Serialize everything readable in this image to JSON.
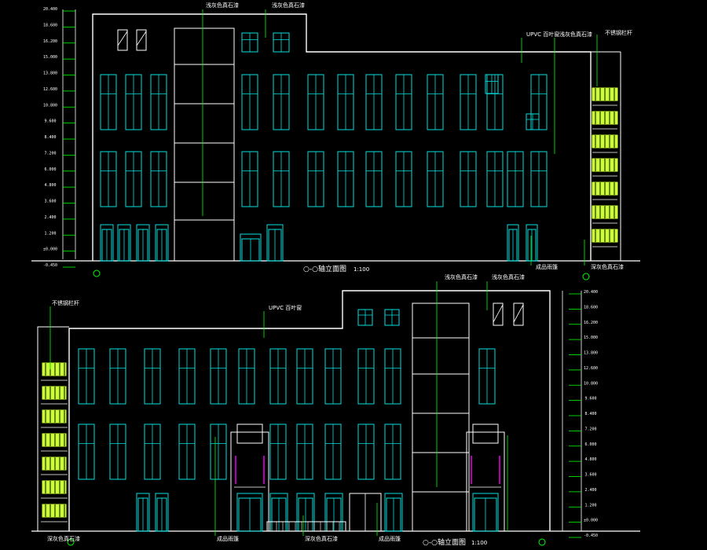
{
  "colors": {
    "background": "#000000",
    "outline": "#ffffff",
    "window": "#00e0e0",
    "leader": "#00ff00",
    "balcony": "#ccff33",
    "accent": "#ff00ff"
  },
  "elevation_top": {
    "title": "○-○轴立面图",
    "scale": "1:100",
    "annotations": {
      "top_a": "浅灰色真石漆",
      "top_b": "浅灰色真石漆",
      "upvc": "UPVC 百叶窗",
      "right_a": "浅灰色真石漆",
      "right_b": "不锈钢栏杆",
      "bottom_a": "成品雨篷",
      "bottom_b": "深灰色真石漆"
    },
    "levels": [
      "20.400",
      "18.600",
      "16.200",
      "15.000",
      "13.800",
      "12.600",
      "10.800",
      "9.600",
      "8.400",
      "7.200",
      "6.000",
      "4.800",
      "3.600",
      "2.400",
      "1.200",
      "±0.000",
      "-0.450"
    ]
  },
  "elevation_bottom": {
    "title": "○-○轴立面图",
    "scale": "1:100",
    "annotations": {
      "top_a": "浅灰色真石漆",
      "top_b": "浅灰色真石漆",
      "upvc": "UPVC 百叶窗",
      "left": "不锈钢栏杆",
      "bl": "深灰色真石漆",
      "b1": "成品雨篷",
      "b2": "深灰色真石漆",
      "b3": "成品雨篷"
    },
    "levels": [
      "20.400",
      "18.600",
      "16.200",
      "15.000",
      "13.800",
      "12.600",
      "10.800",
      "9.600",
      "8.400",
      "7.200",
      "6.000",
      "4.800",
      "3.600",
      "2.400",
      "1.200",
      "±0.000",
      "-0.450"
    ]
  }
}
